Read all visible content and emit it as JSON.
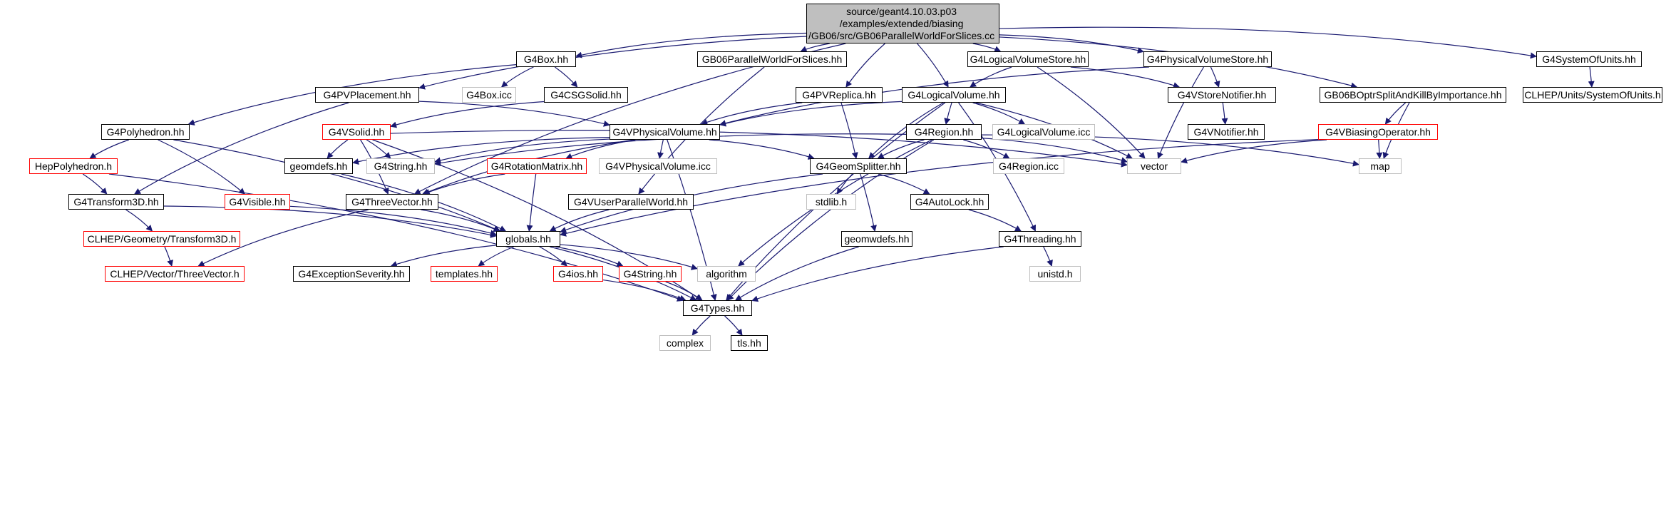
{
  "diagram": {
    "root": "source/geant4.10.03.p03\n/examples/extended/biasing\n/GB06/src/GB06ParallelWorldForSlices.cc",
    "colors": {
      "edge": "#191970",
      "border": "#000000",
      "missing": "#bfbfbf",
      "truncated": "#ff0000",
      "root_fill": "#bfbfbf"
    },
    "nodes": [
      {
        "id": "root",
        "label": "source/geant4.10.03.p03\n/examples/extended/biasing\n/GB06/src/GB06ParallelWorldForSlices.cc",
        "status": "root"
      },
      {
        "id": "g4box_hh",
        "label": "G4Box.hh",
        "status": "linked"
      },
      {
        "id": "gb06pw_hh",
        "label": "GB06ParallelWorldForSlices.hh",
        "status": "linked"
      },
      {
        "id": "g4lvstore_hh",
        "label": "G4LogicalVolumeStore.hh",
        "status": "linked"
      },
      {
        "id": "g4pvstore_hh",
        "label": "G4PhysicalVolumeStore.hh",
        "status": "linked"
      },
      {
        "id": "g4sysunits_hh",
        "label": "G4SystemOfUnits.hh",
        "status": "linked"
      },
      {
        "id": "g4pvplacement_hh",
        "label": "G4PVPlacement.hh",
        "status": "linked"
      },
      {
        "id": "g4box_icc",
        "label": "G4Box.icc",
        "status": "missing"
      },
      {
        "id": "g4csgsolid_hh",
        "label": "G4CSGSolid.hh",
        "status": "linked"
      },
      {
        "id": "g4pvreplica_hh",
        "label": "G4PVReplica.hh",
        "status": "linked"
      },
      {
        "id": "g4logvol_hh",
        "label": "G4LogicalVolume.hh",
        "status": "linked"
      },
      {
        "id": "g4storenotifier_hh",
        "label": "G4VStoreNotifier.hh",
        "status": "linked"
      },
      {
        "id": "gb06optr_hh",
        "label": "GB06BOptrSplitAndKillByImportance.hh",
        "status": "linked"
      },
      {
        "id": "clhep_units_hh",
        "label": "CLHEP/Units/SystemOfUnits.h",
        "status": "linked"
      },
      {
        "id": "g4polyhedron_hh",
        "label": "G4Polyhedron.hh",
        "status": "linked"
      },
      {
        "id": "g4vsolid_hh",
        "label": "G4VSolid.hh",
        "status": "truncated"
      },
      {
        "id": "g4vphysvol_hh",
        "label": "G4VPhysicalVolume.hh",
        "status": "linked"
      },
      {
        "id": "g4region_hh",
        "label": "G4Region.hh",
        "status": "linked"
      },
      {
        "id": "g4logvol_icc",
        "label": "G4LogicalVolume.icc",
        "status": "missing"
      },
      {
        "id": "g4vnotifier_hh",
        "label": "G4VNotifier.hh",
        "status": "linked"
      },
      {
        "id": "g4vbiasop_hh",
        "label": "G4VBiasingOperator.hh",
        "status": "truncated"
      },
      {
        "id": "hepPolyhedron_h",
        "label": "HepPolyhedron.h",
        "status": "truncated"
      },
      {
        "id": "geomdefs_hh",
        "label": "geomdefs.hh",
        "status": "linked"
      },
      {
        "id": "g4string_hh",
        "label": "G4String.hh",
        "status": "missing"
      },
      {
        "id": "g4rotmatrix_hh",
        "label": "G4RotationMatrix.hh",
        "status": "truncated"
      },
      {
        "id": "g4vphysvol_icc",
        "label": "G4VPhysicalVolume.icc",
        "status": "missing"
      },
      {
        "id": "g4geomsplitter_hh",
        "label": "G4GeomSplitter.hh",
        "status": "linked"
      },
      {
        "id": "g4region_icc",
        "label": "G4Region.icc",
        "status": "missing"
      },
      {
        "id": "vector",
        "label": "vector",
        "status": "missing"
      },
      {
        "id": "map",
        "label": "map",
        "status": "missing"
      },
      {
        "id": "g4transform3d_hh",
        "label": "G4Transform3D.hh",
        "status": "linked"
      },
      {
        "id": "g4visible_hh",
        "label": "G4Visible.hh",
        "status": "truncated"
      },
      {
        "id": "g4threevector_hh",
        "label": "G4ThreeVector.hh",
        "status": "linked"
      },
      {
        "id": "g4vuserpw_hh",
        "label": "G4VUserParallelWorld.hh",
        "status": "linked"
      },
      {
        "id": "stdlib_h",
        "label": "stdlib.h",
        "status": "missing"
      },
      {
        "id": "g4autolock_hh",
        "label": "G4AutoLock.hh",
        "status": "linked"
      },
      {
        "id": "clhep_transform3d_h",
        "label": "CLHEP/Geometry/Transform3D.h",
        "status": "truncated"
      },
      {
        "id": "globals_hh",
        "label": "globals.hh",
        "status": "linked"
      },
      {
        "id": "geomwdefs_hh",
        "label": "geomwdefs.hh",
        "status": "linked"
      },
      {
        "id": "g4threading_hh",
        "label": "G4Threading.hh",
        "status": "linked"
      },
      {
        "id": "clhep_threevector_h",
        "label": "CLHEP/Vector/ThreeVector.h",
        "status": "truncated"
      },
      {
        "id": "g4excseverity_hh",
        "label": "G4ExceptionSeverity.hh",
        "status": "linked"
      },
      {
        "id": "templates_hh",
        "label": "templates.hh",
        "status": "truncated"
      },
      {
        "id": "g4ios_hh",
        "label": "G4ios.hh",
        "status": "truncated"
      },
      {
        "id": "g4string2_hh",
        "label": "G4String.hh",
        "status": "truncated"
      },
      {
        "id": "algorithm",
        "label": "algorithm",
        "status": "missing"
      },
      {
        "id": "unistd_h",
        "label": "unistd.h",
        "status": "missing"
      },
      {
        "id": "g4types_hh",
        "label": "G4Types.hh",
        "status": "linked"
      },
      {
        "id": "complex",
        "label": "complex",
        "status": "missing"
      },
      {
        "id": "tls_hh",
        "label": "tls.hh",
        "status": "linked"
      }
    ],
    "edges": [
      [
        "root",
        "g4box_hh"
      ],
      [
        "root",
        "gb06pw_hh"
      ],
      [
        "root",
        "g4lvstore_hh"
      ],
      [
        "root",
        "g4pvstore_hh"
      ],
      [
        "root",
        "g4sysunits_hh"
      ],
      [
        "root",
        "g4pvplacement_hh"
      ],
      [
        "root",
        "g4pvreplica_hh"
      ],
      [
        "root",
        "g4logvol_hh"
      ],
      [
        "root",
        "gb06optr_hh"
      ],
      [
        "root",
        "g4threevector_hh"
      ],
      [
        "g4box_hh",
        "g4box_icc"
      ],
      [
        "g4box_hh",
        "g4csgsolid_hh"
      ],
      [
        "g4box_hh",
        "g4polyhedron_hh"
      ],
      [
        "g4csgsolid_hh",
        "g4vsolid_hh"
      ],
      [
        "gb06pw_hh",
        "g4vuserpw_hh"
      ],
      [
        "g4lvstore_hh",
        "g4logvol_hh"
      ],
      [
        "g4lvstore_hh",
        "g4storenotifier_hh"
      ],
      [
        "g4lvstore_hh",
        "vector"
      ],
      [
        "g4pvstore_hh",
        "g4storenotifier_hh"
      ],
      [
        "g4pvstore_hh",
        "g4vphysvol_hh"
      ],
      [
        "g4pvstore_hh",
        "vector"
      ],
      [
        "g4sysunits_hh",
        "clhep_units_hh"
      ],
      [
        "g4pvplacement_hh",
        "g4vphysvol_hh"
      ],
      [
        "g4pvplacement_hh",
        "g4transform3d_hh"
      ],
      [
        "g4pvreplica_hh",
        "g4vphysvol_hh"
      ],
      [
        "g4pvreplica_hh",
        "g4geomsplitter_hh"
      ],
      [
        "g4logvol_hh",
        "g4region_hh"
      ],
      [
        "g4logvol_hh",
        "g4logvol_icc"
      ],
      [
        "g4logvol_hh",
        "g4geomsplitter_hh"
      ],
      [
        "g4logvol_hh",
        "vector"
      ],
      [
        "g4logvol_hh",
        "g4vphysvol_hh"
      ],
      [
        "g4logvol_hh",
        "g4threading_hh"
      ],
      [
        "g4logvol_hh",
        "g4types_hh"
      ],
      [
        "g4storenotifier_hh",
        "g4vnotifier_hh"
      ],
      [
        "gb06optr_hh",
        "g4vbiasop_hh"
      ],
      [
        "gb06optr_hh",
        "map"
      ],
      [
        "g4vbiasop_hh",
        "vector"
      ],
      [
        "g4vbiasop_hh",
        "map"
      ],
      [
        "g4vbiasop_hh",
        "globals_hh"
      ],
      [
        "g4polyhedron_hh",
        "hepPolyhedron_h"
      ],
      [
        "g4polyhedron_hh",
        "g4visible_hh"
      ],
      [
        "g4polyhedron_hh",
        "globals_hh"
      ],
      [
        "hepPolyhedron_h",
        "g4transform3d_hh"
      ],
      [
        "hepPolyhedron_h",
        "g4types_hh"
      ],
      [
        "g4vsolid_hh",
        "geomdefs_hh"
      ],
      [
        "g4vsolid_hh",
        "g4string_hh"
      ],
      [
        "g4vsolid_hh",
        "g4threevector_hh"
      ],
      [
        "g4vsolid_hh",
        "vector"
      ],
      [
        "g4vsolid_hh",
        "g4types_hh"
      ],
      [
        "g4vphysvol_hh",
        "geomdefs_hh"
      ],
      [
        "g4vphysvol_hh",
        "g4string_hh"
      ],
      [
        "g4vphysvol_hh",
        "g4rotmatrix_hh"
      ],
      [
        "g4vphysvol_hh",
        "g4vphysvol_icc"
      ],
      [
        "g4vphysvol_hh",
        "g4geomsplitter_hh"
      ],
      [
        "g4vphysvol_hh",
        "g4threevector_hh"
      ],
      [
        "g4vphysvol_hh",
        "g4types_hh"
      ],
      [
        "g4region_hh",
        "g4region_icc"
      ],
      [
        "g4region_hh",
        "vector"
      ],
      [
        "g4region_hh",
        "map"
      ],
      [
        "g4region_hh",
        "g4geomsplitter_hh"
      ],
      [
        "g4region_hh",
        "g4string_hh"
      ],
      [
        "g4region_hh",
        "algorithm"
      ],
      [
        "g4region_hh",
        "g4types_hh"
      ],
      [
        "g4rotmatrix_hh",
        "g4threevector_hh"
      ],
      [
        "g4rotmatrix_hh",
        "globals_hh"
      ],
      [
        "g4geomsplitter_hh",
        "stdlib_h"
      ],
      [
        "g4geomsplitter_hh",
        "g4autolock_hh"
      ],
      [
        "g4geomsplitter_hh",
        "geomwdefs_hh"
      ],
      [
        "g4geomsplitter_hh",
        "globals_hh"
      ],
      [
        "geomdefs_hh",
        "globals_hh"
      ],
      [
        "g4transform3d_hh",
        "clhep_transform3d_h"
      ],
      [
        "g4transform3d_hh",
        "globals_hh"
      ],
      [
        "g4visible_hh",
        "globals_hh"
      ],
      [
        "g4threevector_hh",
        "globals_hh"
      ],
      [
        "g4threevector_hh",
        "clhep_threevector_h"
      ],
      [
        "g4vuserpw_hh",
        "globals_hh"
      ],
      [
        "g4autolock_hh",
        "g4threading_hh"
      ],
      [
        "clhep_transform3d_h",
        "clhep_threevector_h"
      ],
      [
        "globals_hh",
        "g4excseverity_hh"
      ],
      [
        "globals_hh",
        "templates_hh"
      ],
      [
        "globals_hh",
        "g4ios_hh"
      ],
      [
        "globals_hh",
        "g4string2_hh"
      ],
      [
        "globals_hh",
        "algorithm"
      ],
      [
        "globals_hh",
        "g4types_hh"
      ],
      [
        "geomwdefs_hh",
        "g4types_hh"
      ],
      [
        "g4threading_hh",
        "unistd_h"
      ],
      [
        "g4threading_hh",
        "g4types_hh"
      ],
      [
        "g4ios_hh",
        "g4types_hh"
      ],
      [
        "g4string2_hh",
        "g4types_hh"
      ],
      [
        "g4types_hh",
        "complex"
      ],
      [
        "g4types_hh",
        "tls_hh"
      ]
    ]
  }
}
